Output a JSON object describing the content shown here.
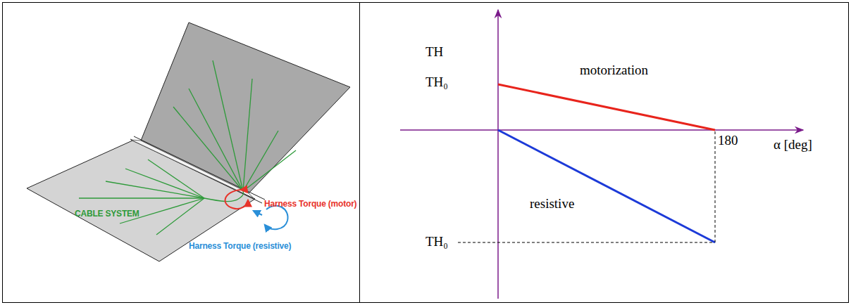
{
  "diagram": {
    "labels": [
      "CABLE SYSTEM",
      "Harness Torque (motor)",
      "Harness Torque (resistive)",
      "TH",
      "TH₀",
      "motorization",
      "180",
      "α [deg]",
      "resistive",
      "TH₀"
    ]
  }
}
